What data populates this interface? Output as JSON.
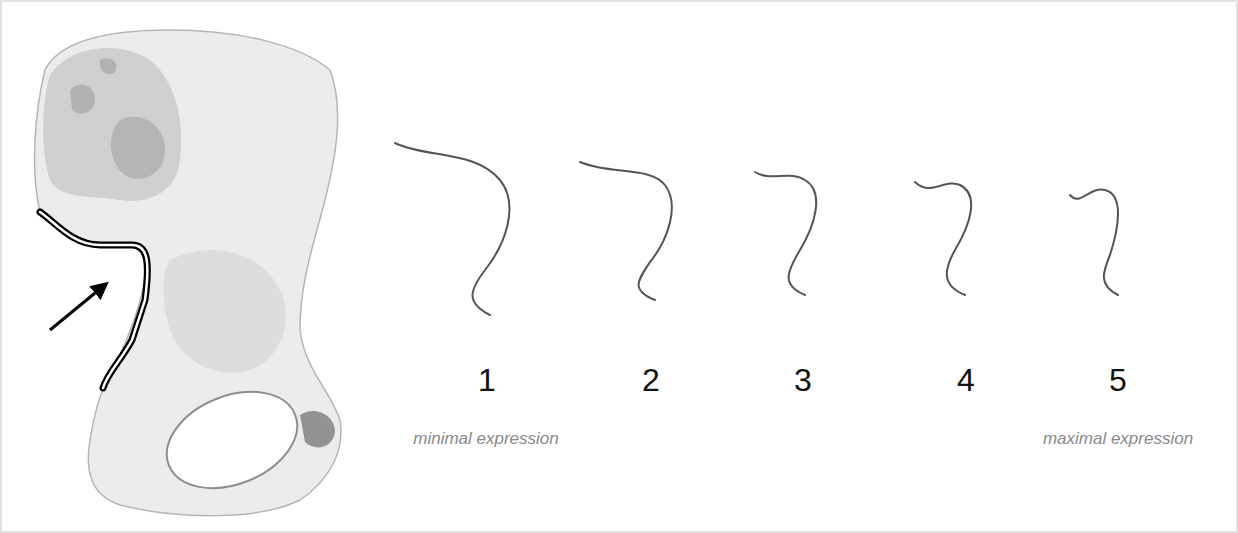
{
  "diagram": {
    "labels": [
      "1",
      "2",
      "3",
      "4",
      "5",
      "minimal expression",
      "maximal expression"
    ]
  }
}
